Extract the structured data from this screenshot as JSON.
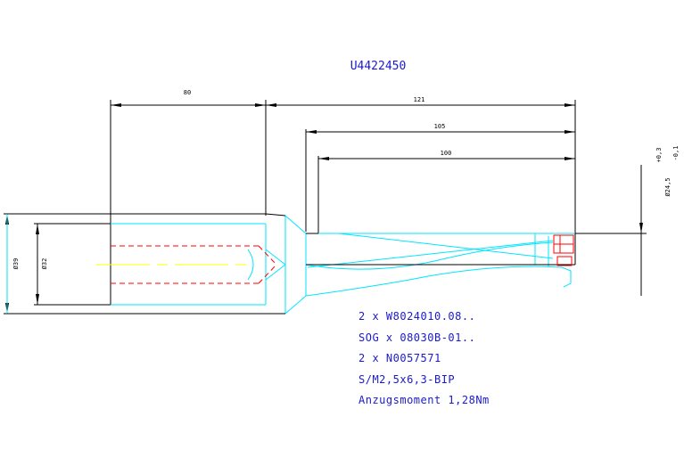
{
  "title": "U4422450",
  "dimensions": {
    "shank_length": "80",
    "overall_length": "121",
    "flute_length": "105",
    "drill_depth": "100",
    "tip_diameter": "Ø24,5",
    "tip_tol_upper": "+0,3",
    "tip_tol_lower": "-0,1",
    "flange_diameter": "Ø39",
    "shank_diameter": "Ø32"
  },
  "notes": [
    "2 x W8024010.08..",
    "SOG x 08030B-01..",
    "2 x N0057571",
    "S/M2,5x6,3-BIP",
    "Anzugsmoment 1,28Nm"
  ],
  "colors": {
    "outline": "#000000",
    "body": "#00e5ff",
    "hidden": "#ff0000",
    "centerline": "#ffff00",
    "text": "#1a1acc"
  }
}
